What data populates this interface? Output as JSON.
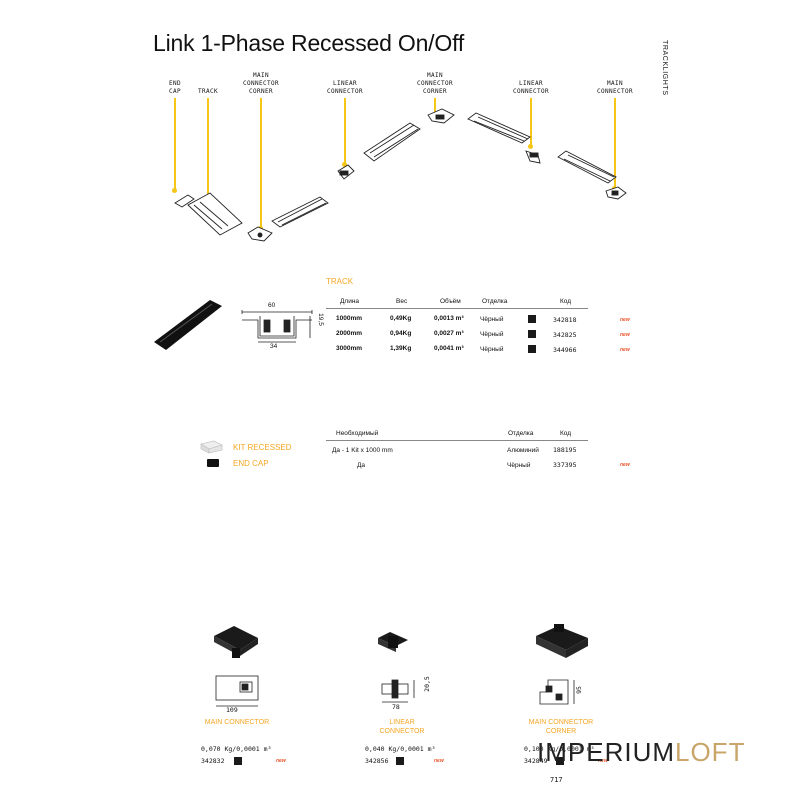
{
  "title": "Link 1-Phase Recessed On/Off",
  "side_tab": "TRACKLIGHTS",
  "component_labels": [
    {
      "text": "END\nCAP"
    },
    {
      "text": "TRACK"
    },
    {
      "text": "MAIN\nCONNECTOR\nCORNER"
    },
    {
      "text": "LINEAR\nCONNECTOR"
    },
    {
      "text": "MAIN\nCONNECTOR\nCORNER"
    },
    {
      "text": "LINEAR\nCONNECTOR"
    },
    {
      "text": "MAIN\nCONNECTOR"
    }
  ],
  "track": {
    "section_title": "TRACK",
    "dim_width": "60",
    "dim_height": "19,5",
    "dim_bottom": "34",
    "headers": {
      "length": "Длина",
      "weight": "Вес",
      "volume": "Объём",
      "finish": "Отделка",
      "code": "Код"
    },
    "rows": [
      {
        "length": "1000mm",
        "weight": "0,49Kg",
        "volume": "0,0013 m³",
        "finish": "Чёрный",
        "code": "342818",
        "tag": "new"
      },
      {
        "length": "2000mm",
        "weight": "0,94Kg",
        "volume": "0,0027 m³",
        "finish": "Чёрный",
        "code": "342825",
        "tag": "new"
      },
      {
        "length": "3000mm",
        "weight": "1,39Kg",
        "volume": "0,0041 m³",
        "finish": "Чёрный",
        "code": "344966",
        "tag": "new"
      }
    ]
  },
  "accessories": {
    "headers": {
      "required": "Необходимый",
      "finish": "Отделка",
      "code": "Код"
    },
    "rows": [
      {
        "name": "KIT RECESSED",
        "required": "Да - 1 Kit x 1000 mm",
        "finish": "Алюминий",
        "code": "188195",
        "tag": ""
      },
      {
        "name": "END CAP",
        "required": "Да",
        "finish": "Чёрный",
        "code": "337395",
        "tag": "new"
      }
    ]
  },
  "connectors": [
    {
      "name": "MAIN CONNECTOR",
      "dim1": "109",
      "dim2": "",
      "spec": "0,070 Kg/0,0001 m³",
      "code": "342832",
      "tag": "new"
    },
    {
      "name": "LINEAR\nCONNECTOR",
      "dim1": "78",
      "dim2": "20,5",
      "spec": "0,040 Kg/0,0001 m³",
      "code": "342856",
      "tag": "new"
    },
    {
      "name": "MAIN CONNECTOR\nCORNER",
      "dim1": "",
      "dim2": "95",
      "spec": "0,100 Kg/0,0001 m³",
      "code": "342849",
      "tag": "new"
    }
  ],
  "page_number": "717",
  "watermark": {
    "part1": "IMPERIUM",
    "part2": "LOFT"
  },
  "colors": {
    "accent": "#f5c518",
    "label_orange": "#f5a623",
    "new_red": "#e8542a",
    "swatch": "#1a1a1a"
  }
}
